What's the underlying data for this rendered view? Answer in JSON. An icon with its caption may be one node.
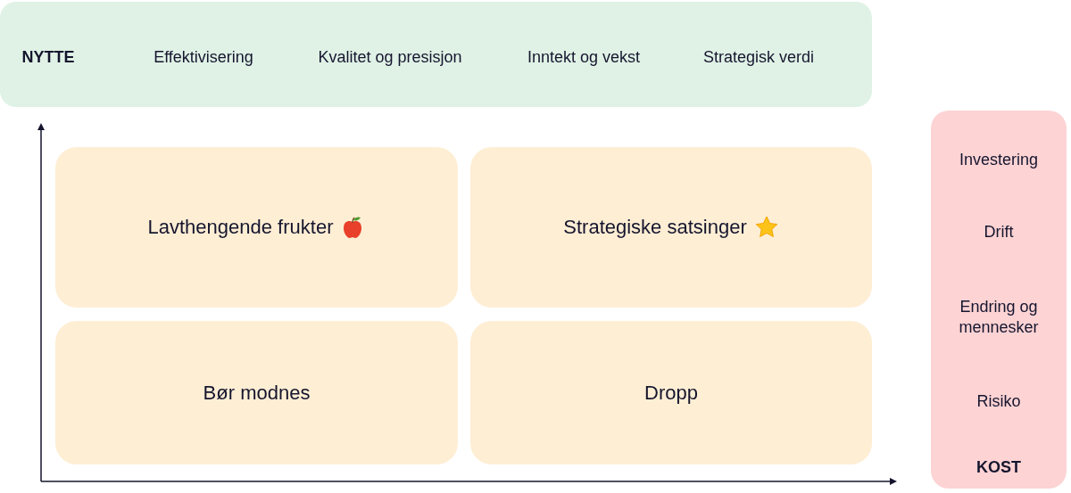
{
  "diagram": {
    "nodes": [
      {
        "text": [
          "NYTTE",
          "Effektivisering",
          "Kvalitet og presisjon",
          "Inntekt og vekst",
          "Strategisk verdi"
        ]
      },
      {
        "text": [
          "Lavthengende frukter"
        ]
      },
      {
        "text": [
          "Strategiske satsinger"
        ]
      },
      {
        "text": [
          "Bør modnes"
        ]
      },
      {
        "text": [
          "Dropp"
        ]
      },
      {
        "text": [
          "Investering",
          "Drift",
          "Endring og mennesker",
          "Risiko",
          "KOST"
        ]
      }
    ]
  }
}
